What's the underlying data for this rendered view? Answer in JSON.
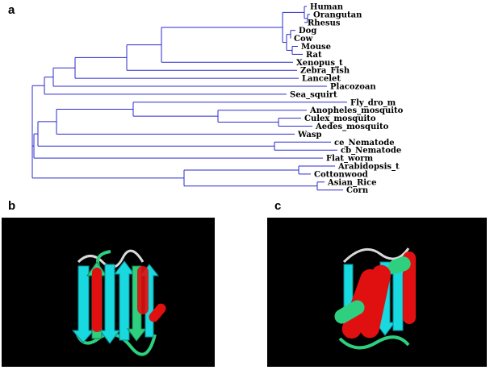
{
  "panels": {
    "a": "a",
    "b": "b",
    "c": "c"
  },
  "colors": {
    "branch": "#2b2bd0",
    "helix": "#e01010",
    "strand": "#18d8e0",
    "loop": "#2ed080",
    "background": "#000000"
  },
  "tree": {
    "leaves": [
      {
        "id": "human",
        "label": "Human"
      },
      {
        "id": "orangutan",
        "label": "Orangutan"
      },
      {
        "id": "rhesus",
        "label": "Rhesus"
      },
      {
        "id": "dog",
        "label": "Dog"
      },
      {
        "id": "cow",
        "label": "Cow"
      },
      {
        "id": "mouse",
        "label": "Mouse"
      },
      {
        "id": "rat",
        "label": "Rat"
      },
      {
        "id": "xenopus",
        "label": "Xenopus_t"
      },
      {
        "id": "zebrafish",
        "label": "Zebra_Fish"
      },
      {
        "id": "lancelet",
        "label": "Lancelet"
      },
      {
        "id": "placozoan",
        "label": "Placozoan"
      },
      {
        "id": "seasquirt",
        "label": "Sea_squirt"
      },
      {
        "id": "fly",
        "label": "Fly_dro_m"
      },
      {
        "id": "anopheles",
        "label": "Anopheles_mosquito"
      },
      {
        "id": "culex",
        "label": "Culex_mosquito"
      },
      {
        "id": "aedes",
        "label": "Aedes_mosquito"
      },
      {
        "id": "wasp",
        "label": "Wasp"
      },
      {
        "id": "ce",
        "label": "ce_Nematode"
      },
      {
        "id": "cb",
        "label": "cb_Nematode"
      },
      {
        "id": "flatworm",
        "label": "Flat_worm"
      },
      {
        "id": "arabidopsis",
        "label": "Arabidopsis_t"
      },
      {
        "id": "cottonwood",
        "label": "Cottonwood"
      },
      {
        "id": "rice",
        "label": "Asian_Rice"
      },
      {
        "id": "corn",
        "label": "Corn"
      }
    ]
  },
  "structures": [
    {
      "id": "b",
      "description_icon": "beta-barrel-cartoon"
    },
    {
      "id": "c",
      "description_icon": "alpha-beta-cartoon"
    }
  ]
}
